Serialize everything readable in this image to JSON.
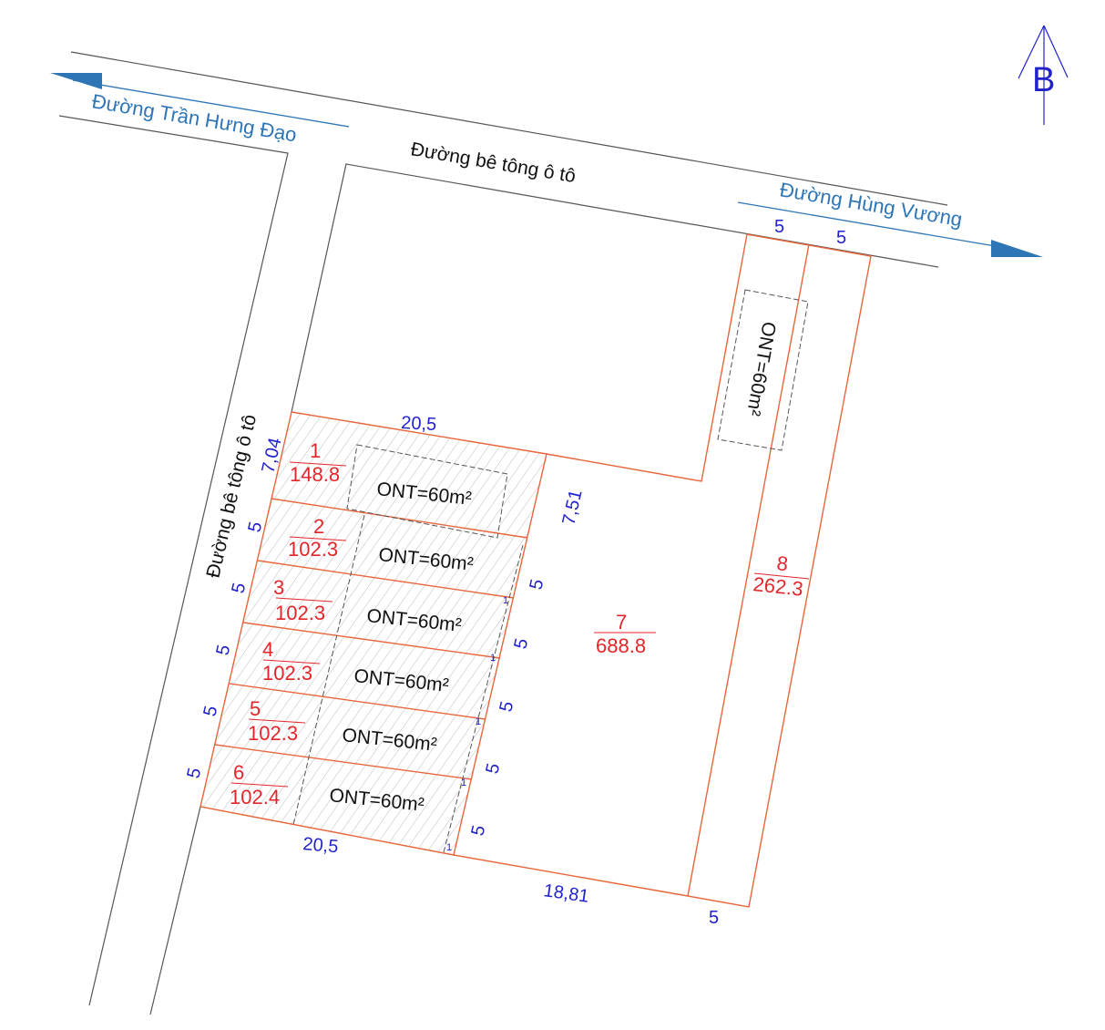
{
  "roads": {
    "tran_hung_dao": "Đường Trần Hưng Đạo",
    "hung_vuong": "Đường Hùng Vương",
    "concrete_top": "Đường bê tông ô tô",
    "concrete_left": "Đường bê tông ô tô"
  },
  "north_label": "B",
  "lots": [
    {
      "id": "1",
      "area": "148.8",
      "ont": "ONT=60m²"
    },
    {
      "id": "2",
      "area": "102.3",
      "ont": "ONT=60m²"
    },
    {
      "id": "3",
      "area": "102.3",
      "ont": "ONT=60m²"
    },
    {
      "id": "4",
      "area": "102.3",
      "ont": "ONT=60m²"
    },
    {
      "id": "5",
      "area": "102.3",
      "ont": "ONT=60m²"
    },
    {
      "id": "6",
      "area": "102.4",
      "ont": "ONT=60m²"
    },
    {
      "id": "7",
      "area": "688.8"
    },
    {
      "id": "8",
      "area": "262.3",
      "ont": "ONT=60m²"
    }
  ],
  "dimensions": {
    "top": "20,5",
    "bottom": "20,5",
    "lot1_left": "7,04",
    "lot1_right": "7,51",
    "left": [
      "5",
      "5",
      "5",
      "5",
      "5"
    ],
    "right": [
      "5",
      "5",
      "5",
      "5",
      "5"
    ],
    "setback": [
      "1",
      "1",
      "1",
      "1",
      "1"
    ],
    "lot7_bottom": "18,81",
    "lot8_bottom": "5",
    "top_a": "5",
    "top_b": "5"
  },
  "colors": {
    "lot_line": "#e8663c",
    "dim": "#2222cc",
    "area": "#e3262b",
    "street": "#2e75b6"
  }
}
